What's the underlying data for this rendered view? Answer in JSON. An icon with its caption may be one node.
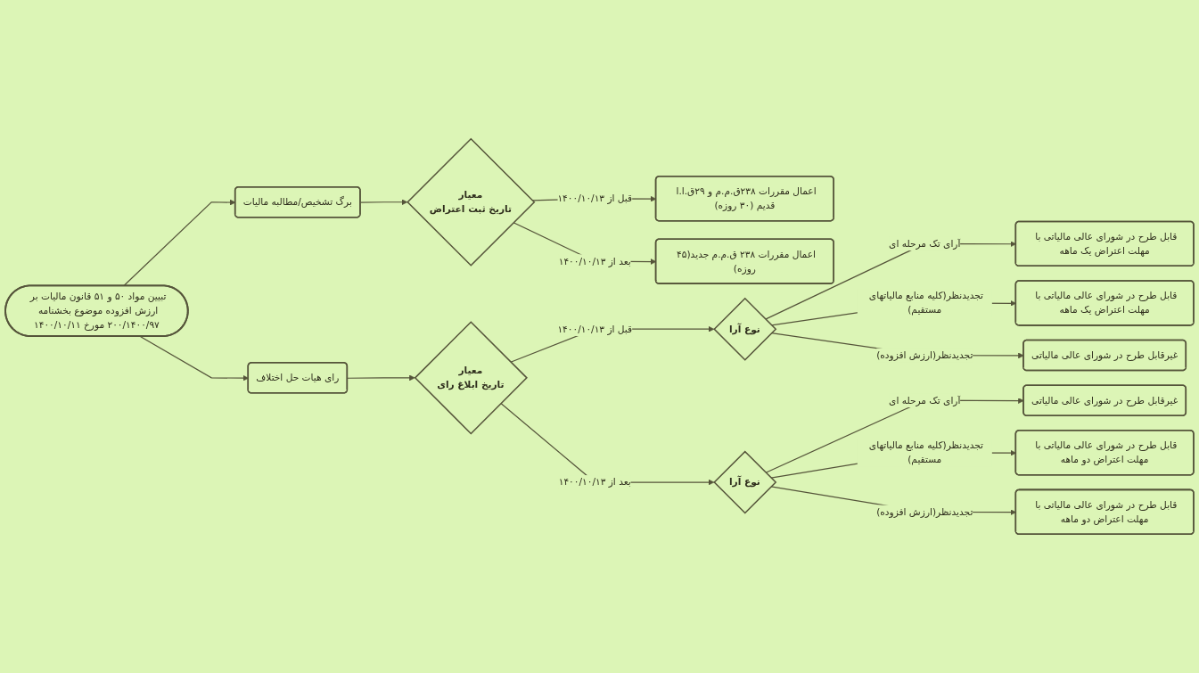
{
  "diagram": {
    "nodes": [
      {
        "text": [
          "تبیین مواد ۵۰ و ۵۱ قانون مالیات بر ارزش افزوده موضوع بخشنامه ۲۰۰/۱۴۰۰/۹۷ مورخ ۱۴۰۰/۱۰/۱۱"
        ]
      },
      {
        "text": [
          "برگ تشخیص/مطالبه مالیات"
        ]
      },
      {
        "text": [
          "معیار",
          "تاریخ ثبت اعتراض"
        ]
      },
      {
        "text": [
          "اعمال مقررات ۲۳۸ق.م.م و ۲۹ق.ا.ا قدیم (۳۰ روزه)"
        ]
      },
      {
        "text": [
          "اعمال مقررات ۲۳۸ ق.م.م جدید(۴۵ روزه)"
        ]
      },
      {
        "text": [
          "رای هیات حل اختلاف"
        ]
      },
      {
        "text": [
          "معیار",
          "تاریخ ابلاغ رای"
        ]
      },
      {
        "text": [
          "نوع آرا"
        ]
      },
      {
        "text": [
          "قابل طرح در شورای عالی مالیاتی با مهلت اعتراض یک ماهه"
        ]
      },
      {
        "text": [
          "قابل طرح در شورای عالی مالیاتی با مهلت اعتراض یک ماهه"
        ]
      },
      {
        "text": [
          "غیرقابل طرح در شورای عالی مالیاتی"
        ]
      },
      {
        "text": [
          "نوع آرا"
        ]
      },
      {
        "text": [
          "غیرقابل طرح در شورای عالی مالیاتی"
        ]
      },
      {
        "text": [
          "قابل طرح در شورای عالی مالیاتی با مهلت اعتراض دو ماهه"
        ]
      },
      {
        "text": [
          "قابل طرح در شورای عالی مالیاتی با مهلت اعتراض دو ماهه"
        ]
      }
    ],
    "edges": [
      {
        "from": 0,
        "to": 1,
        "arrow": "to"
      },
      {
        "from": 0,
        "to": 5,
        "arrow": "to"
      },
      {
        "from": 1,
        "to": 2,
        "arrow": "to"
      },
      {
        "from": 2,
        "to": 3,
        "arrow": "to",
        "label": "قبل از ۱۴۰۰/۱۰/۱۳"
      },
      {
        "from": 2,
        "to": 4,
        "arrow": "to",
        "label": "بعد از ۱۴۰۰/۱۰/۱۳"
      },
      {
        "from": 5,
        "to": 6,
        "arrow": "to"
      },
      {
        "from": 6,
        "to": 7,
        "arrow": "to",
        "label": "قبل از ۱۴۰۰/۱۰/۱۳"
      },
      {
        "from": 6,
        "to": 11,
        "arrow": "to",
        "label": "بعد از ۱۴۰۰/۱۰/۱۳"
      },
      {
        "from": 7,
        "to": 8,
        "arrow": "to",
        "label": "آرای تک مرحله ای"
      },
      {
        "from": 7,
        "to": 9,
        "arrow": "to",
        "label": "تجدیدنظر(کلیه منابع مالیاتهای مستقیم)"
      },
      {
        "from": 7,
        "to": 10,
        "arrow": "to",
        "label": "تجدیدنظر(ارزش افزوده)"
      },
      {
        "from": 11,
        "to": 12,
        "arrow": "to",
        "label": "آرای تک مرحله ای"
      },
      {
        "from": 11,
        "to": 13,
        "arrow": "to",
        "label": "تجدیدنظر(کلیه منابع مالیاتهای مستقیم)"
      },
      {
        "from": 11,
        "to": 14,
        "arrow": "to",
        "label": "تجدیدنظر(ارزش افزوده)"
      }
    ]
  }
}
